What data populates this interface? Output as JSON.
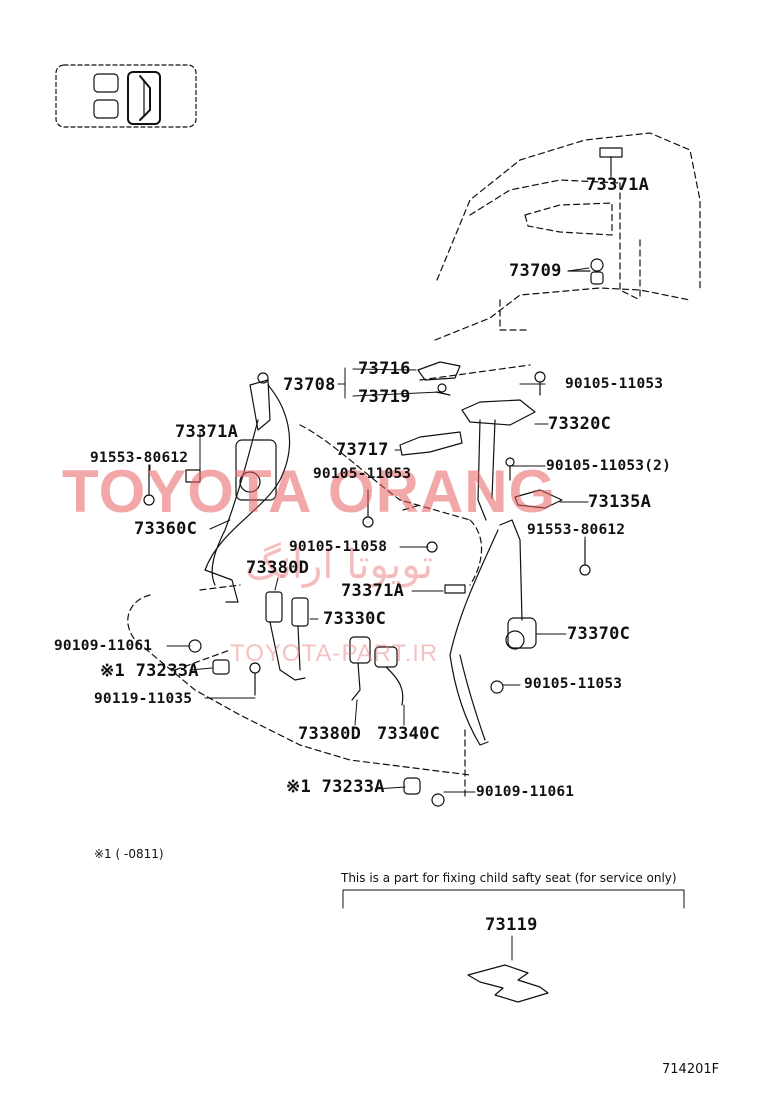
{
  "diagram_id": "714201F",
  "footnote": "※1 (    -0811)",
  "service_note": "This is a part for fixing child safty seat (for service only)",
  "watermark": {
    "main": "TOYOTA ORANG",
    "persian": "تویوتا ارانگ",
    "sub": "TOYOTA-PART.IR",
    "color": "#e86060"
  },
  "labels": {
    "p73371A_top": "73371A",
    "p73709": "73709",
    "p73716": "73716",
    "p73708": "73708",
    "p73719": "73719",
    "p90105_11053_a": "90105-11053",
    "p73371A_left": "73371A",
    "p73320C": "73320C",
    "p73717": "73717",
    "p91553_80612_left": "91553-80612",
    "p90105_11053_2": "90105-11053(2)",
    "p90105_11053_b": "90105-11053",
    "p73135A": "73135A",
    "p73360C": "73360C",
    "p91553_80612_right": "91553-80612",
    "p90105_11058": "90105-11058",
    "p73380D_top": "73380D",
    "p73371A_mid": "73371A",
    "p73330C": "73330C",
    "p73370C": "73370C",
    "p90109_11061_left": "90109-11061",
    "p73233A_left": "※1 73233A",
    "p90119_11035": "90119-11035",
    "p90105_11053_c": "90105-11053",
    "p73380D_bot": "73380D",
    "p73340C": "73340C",
    "p73233A_bot": "※1 73233A",
    "p90109_11061_bot": "90109-11061",
    "p73119": "73119"
  }
}
